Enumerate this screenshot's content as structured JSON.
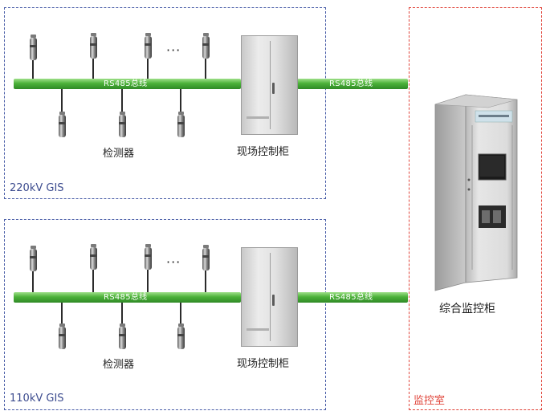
{
  "zones": {
    "gis220": {
      "label": "220kV GIS"
    },
    "gis110": {
      "label": "110kV GIS"
    },
    "monitor_room": {
      "label": "监控室"
    }
  },
  "bus": {
    "left_label": "RS485总线",
    "right_label": "RS485总线"
  },
  "labels": {
    "detector": "检测器",
    "field_cabinet": "现场控制柜",
    "monitor_cabinet": "综合监控柜",
    "ellipsis": "···"
  },
  "colors": {
    "bus": "#4cb239",
    "zone_blue": "#4a5ea8",
    "zone_red": "#e0443a"
  }
}
